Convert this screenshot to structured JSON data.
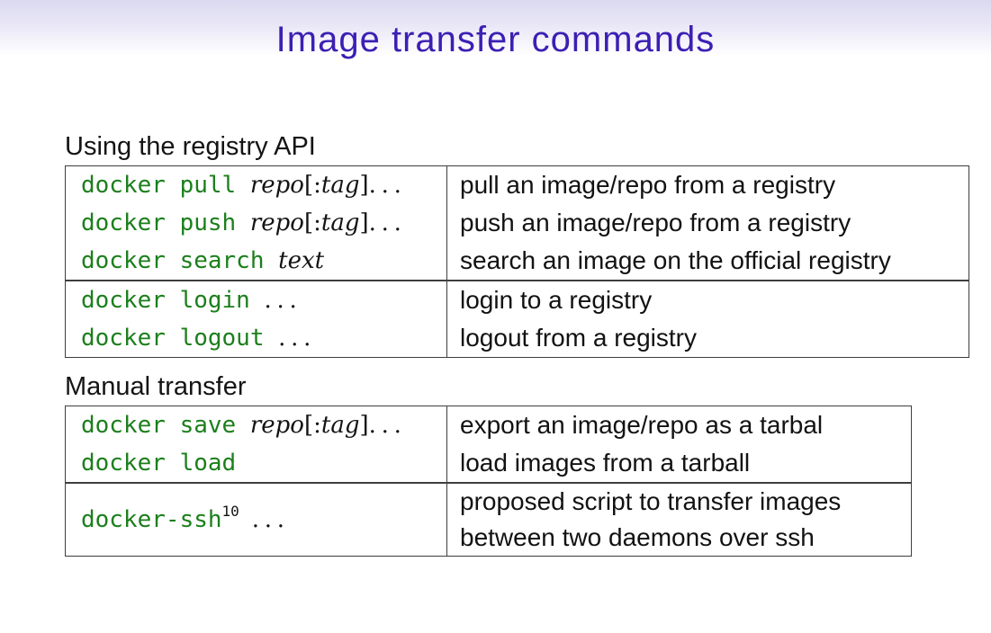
{
  "slide": {
    "title": "Image transfer commands"
  },
  "colors": {
    "title": "#3c1fb3",
    "command_green": "#1c7f1c",
    "table_border": "#3e3e3e",
    "header_gradient_top": "#dbd9f0",
    "body_text": "#121212"
  },
  "sections": [
    {
      "heading": "Using the registry API",
      "table": {
        "groups": [
          {
            "rows": [
              {
                "command": [
                  {
                    "k": "code",
                    "t": "docker pull "
                  },
                  {
                    "k": "arg",
                    "t": "repo"
                  },
                  {
                    "k": "plain",
                    "t": "[:"
                  },
                  {
                    "k": "arg",
                    "t": "tag"
                  },
                  {
                    "k": "plain",
                    "t": "]"
                  },
                  {
                    "k": "dots",
                    "t": "..."
                  }
                ],
                "desc": [
                  "pull an image/repo from a registry"
                ]
              },
              {
                "command": [
                  {
                    "k": "code",
                    "t": "docker push "
                  },
                  {
                    "k": "arg",
                    "t": "repo"
                  },
                  {
                    "k": "plain",
                    "t": "[:"
                  },
                  {
                    "k": "arg",
                    "t": "tag"
                  },
                  {
                    "k": "plain",
                    "t": "]"
                  },
                  {
                    "k": "dots",
                    "t": "..."
                  }
                ],
                "desc": [
                  "push an image/repo from a registry"
                ]
              },
              {
                "command": [
                  {
                    "k": "code",
                    "t": "docker search "
                  },
                  {
                    "k": "arg",
                    "t": "text"
                  }
                ],
                "desc": [
                  "search an image on the official registry"
                ]
              }
            ]
          },
          {
            "rows": [
              {
                "command": [
                  {
                    "k": "code",
                    "t": "docker login "
                  },
                  {
                    "k": "dots",
                    "t": "..."
                  }
                ],
                "desc": [
                  "login to a registry"
                ]
              },
              {
                "command": [
                  {
                    "k": "code",
                    "t": "docker logout "
                  },
                  {
                    "k": "dots",
                    "t": "..."
                  }
                ],
                "desc": [
                  "logout from a registry"
                ]
              }
            ]
          }
        ]
      }
    },
    {
      "heading": "Manual transfer",
      "table": {
        "groups": [
          {
            "rows": [
              {
                "command": [
                  {
                    "k": "code",
                    "t": "docker save "
                  },
                  {
                    "k": "arg",
                    "t": "repo"
                  },
                  {
                    "k": "plain",
                    "t": "[:"
                  },
                  {
                    "k": "arg",
                    "t": "tag"
                  },
                  {
                    "k": "plain",
                    "t": "]"
                  },
                  {
                    "k": "dots",
                    "t": "..."
                  }
                ],
                "desc": [
                  "export an image/repo as a tarbal"
                ]
              },
              {
                "command": [
                  {
                    "k": "code",
                    "t": "docker load"
                  }
                ],
                "desc": [
                  "load images from a tarball"
                ]
              }
            ]
          },
          {
            "rows": [
              {
                "command": [
                  {
                    "k": "code",
                    "t": "docker-ssh"
                  },
                  {
                    "k": "sup",
                    "t": "10"
                  },
                  {
                    "k": "dots",
                    "t": " ..."
                  }
                ],
                "desc": [
                  "proposed script to transfer images",
                  "between two daemons over ssh"
                ]
              }
            ]
          }
        ]
      }
    }
  ]
}
